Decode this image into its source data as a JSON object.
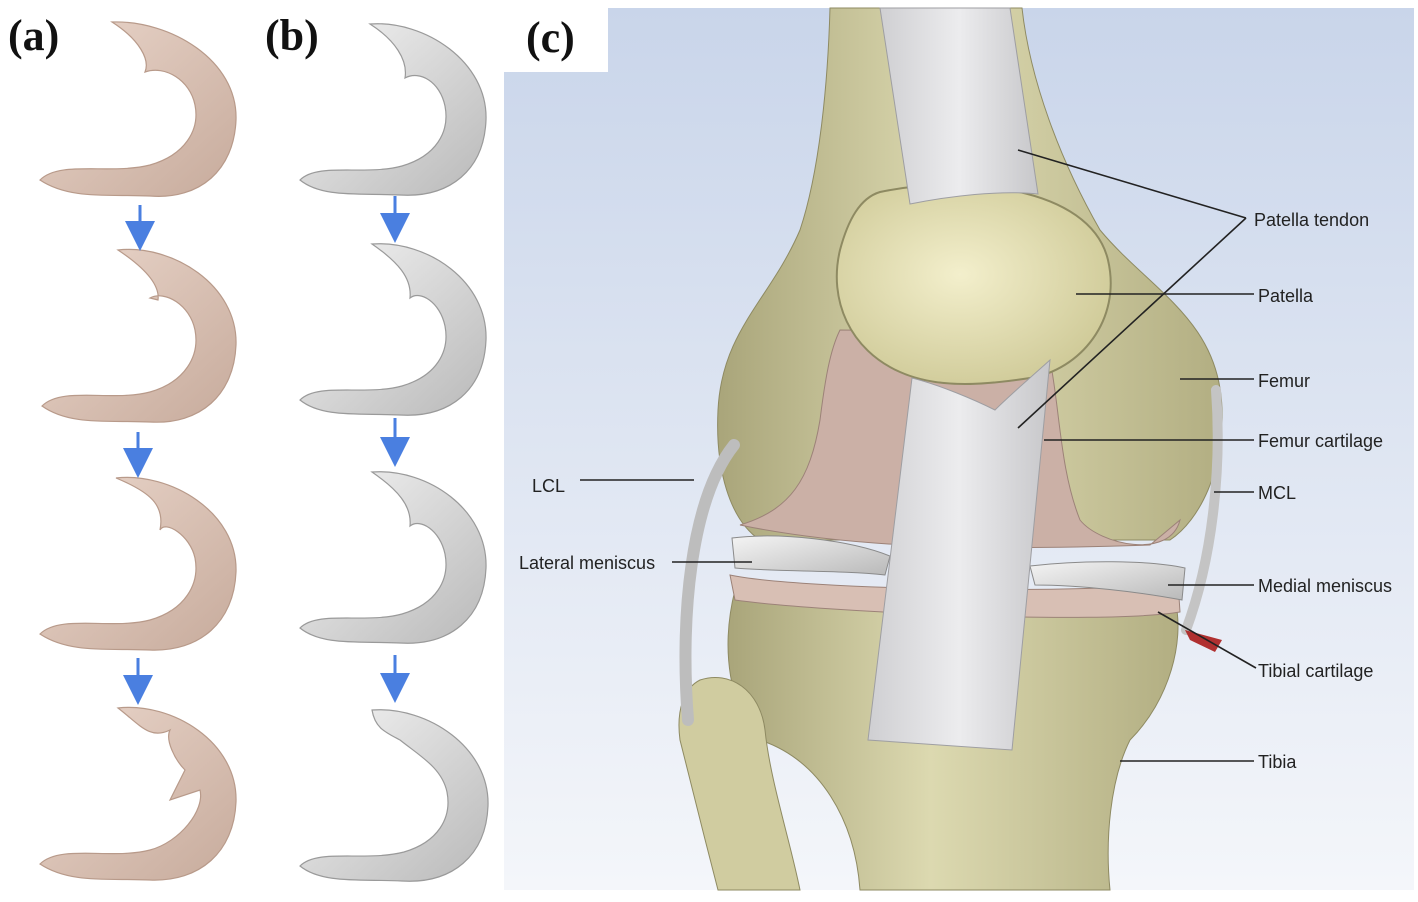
{
  "panels": {
    "a": "(a)",
    "b": "(b)",
    "c": "(c)"
  },
  "colors": {
    "meniscus_pink": "#dcc3b6",
    "meniscus_grey": "#dcdcdc",
    "arrow_blue": "#4a7fe0",
    "bone": "#d6d2a6",
    "cartilage": "#cdb3aa",
    "ligament_grey": "#cfcfcf",
    "panel_c_background": "#e7ecf4"
  },
  "labels": {
    "patella_tendon": "Patella tendon",
    "patella": "Patella",
    "femur": "Femur",
    "femur_cartilage": "Femur cartilage",
    "mcl": "MCL",
    "lcl": "LCL",
    "lateral_meniscus": "Lateral meniscus",
    "medial_meniscus": "Medial meniscus",
    "tibial_cartilage": "Tibial cartilage",
    "tibia": "Tibia"
  }
}
